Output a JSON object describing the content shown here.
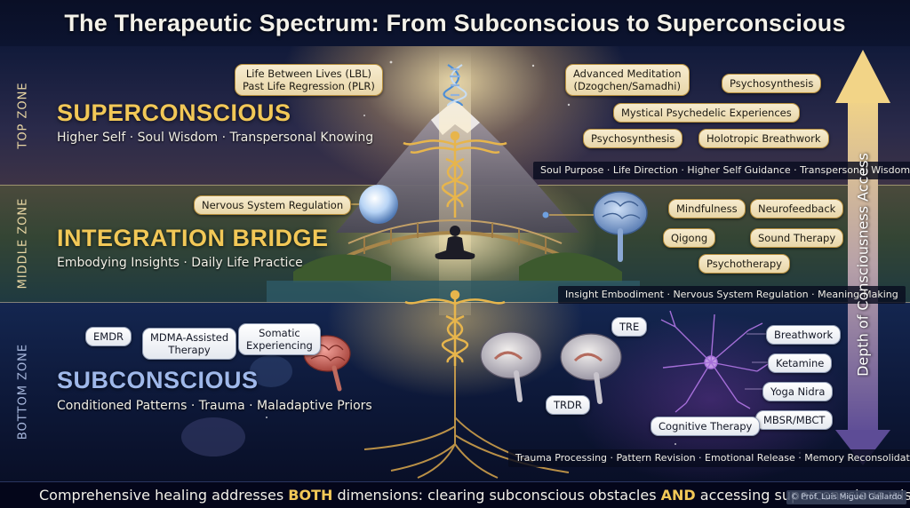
{
  "title": "The Therapeutic Spectrum: From Subconscious to Superconscious",
  "zones": {
    "top": {
      "label": "TOP ZONE",
      "heading": "SUPERCONSCIOUS",
      "subheading": "Higher Self · Soul Wisdom · Transpersonal Knowing",
      "band": "Soul Purpose · Life Direction · Higher Self Guidance · Transpersonal Wisdom",
      "pills": {
        "lbl": [
          "Life Between Lives (LBL)",
          "Past Life Regression (PLR)"
        ],
        "meditation": [
          "Advanced Meditation",
          "(Dzogchen/Samadhi)"
        ],
        "psychosynthesis_right": "Psychosynthesis",
        "mystical": "Mystical Psychedelic Experiences",
        "psychosynthesis_left": "Psychosynthesis",
        "holotropic": "Holotropic Breathwork"
      }
    },
    "middle": {
      "label": "MIDDLE ZONE",
      "heading": "INTEGRATION BRIDGE",
      "subheading": "Embodying Insights · Daily Life Practice",
      "band": "Insight Embodiment · Nervous System Regulation · Meaning-Making",
      "pills": {
        "nervous": "Nervous System Regulation",
        "mindfulness": "Mindfulness",
        "neurofeedback": "Neurofeedback",
        "qigong": "Qigong",
        "sound": "Sound Therapy",
        "psychotherapy": "Psychotherapy"
      }
    },
    "bottom": {
      "label": "BOTTOM ZONE",
      "heading": "SUBCONSCIOUS",
      "subheading": "Conditioned Patterns · Trauma · Maladaptive Priors",
      "band": "Trauma Processing · Pattern Revision · Emotional Release · Memory Reconsolidation",
      "pills": {
        "emdr": "EMDR",
        "mdma": [
          "MDMA-Assisted",
          "Therapy"
        ],
        "somatic": [
          "Somatic",
          "Experiencing"
        ],
        "tre": "TRE",
        "trdr": "TRDR",
        "breathwork": "Breathwork",
        "ketamine": "Ketamine",
        "yoga": "Yoga Nidra",
        "mbsr": "MBSR/MBCT",
        "cognitive": "Cognitive Therapy"
      }
    }
  },
  "arrow_label": "Depth of Consciousness Access",
  "footer": {
    "part1": "Comprehensive healing addresses ",
    "both": "BOTH",
    "part2": " dimensions: clearing subconscious obstacles ",
    "and": "AND",
    "part3": " accessing superconscious wisdom"
  },
  "watermark": "© Prof. Luis Miguel Gallardo",
  "colors": {
    "gold": "#f2c857",
    "pill_fill": "#f3e6c4",
    "pill_border": "#b68e3c",
    "subconscious_blue": "#9fb8ea",
    "background": "#05081a"
  },
  "icons": [
    "dna-icon",
    "caduceus-icon",
    "meditator-icon",
    "crystal-orb-icon",
    "brain-icon",
    "neuron-icon",
    "up-down-arrow-icon"
  ]
}
